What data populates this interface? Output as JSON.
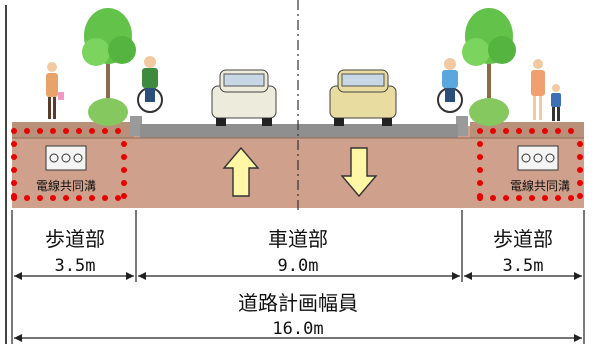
{
  "sections": [
    {
      "name": "歩道部",
      "width": "3.5m"
    },
    {
      "name": "車道部",
      "width": "9.0m"
    },
    {
      "name": "歩道部",
      "width": "3.5m"
    }
  ],
  "total": {
    "name": "道路計画幅員",
    "width": "16.0m"
  },
  "conduit_label_left": "電線共同溝",
  "conduit_label_right": "電線共同溝",
  "colors": {
    "ground": "#cfa08b",
    "ground_dark": "#b48a72",
    "sidewalk_top": "#8f8f8f",
    "dots": "#e60000",
    "arrow_fill": "#fff6a6",
    "arrow_stroke": "#333333",
    "tree_green": "#62c24a",
    "trunk": "#8c6b4a"
  }
}
